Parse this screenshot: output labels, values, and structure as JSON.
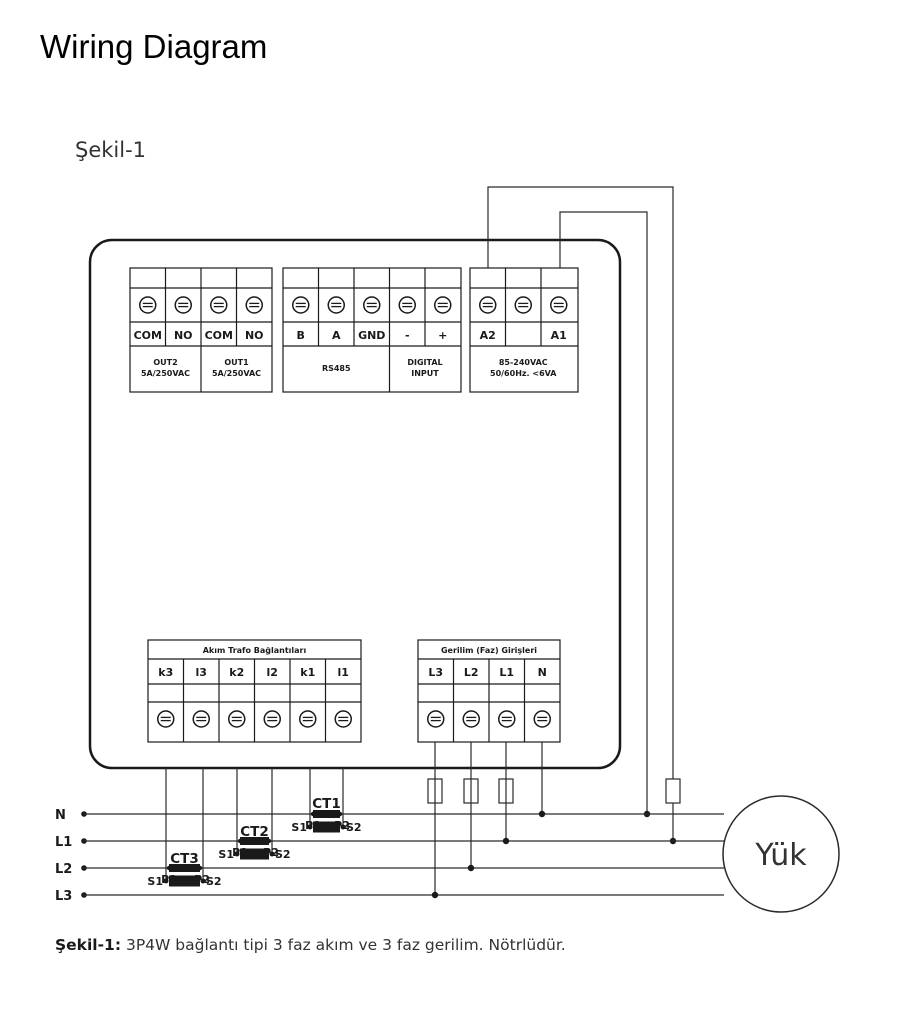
{
  "title": "Wiring Diagram",
  "figure_label": "Şekil-1",
  "caption": {
    "prefix": "Şekil-1:",
    "text": "3P4W bağlantı tipi 3 faz akım ve 3 faz gerilim. Nötrlüdür."
  },
  "top_blocks": [
    {
      "id": "out2",
      "terminals": [
        "COM",
        "NO"
      ],
      "label_lines": [
        "OUT2",
        "5A/250VAC"
      ]
    },
    {
      "id": "out1",
      "terminals": [
        "COM",
        "NO"
      ],
      "label_lines": [
        "OUT1",
        "5A/250VAC"
      ]
    },
    {
      "id": "rs485",
      "terminals": [
        "B",
        "A",
        "GND"
      ],
      "label_lines": [
        "RS485"
      ]
    },
    {
      "id": "digital",
      "terminals": [
        "-",
        "+"
      ],
      "label_lines": [
        "DIGITAL",
        "INPUT"
      ]
    },
    {
      "id": "power",
      "terminals": [
        "A2",
        "",
        "A1"
      ],
      "label_lines": [
        "85-240VAC",
        "50/60Hz. <6VA"
      ]
    }
  ],
  "current_block": {
    "title": "Akım Trafo Bağlantıları",
    "terminals": [
      "k3",
      "l3",
      "k2",
      "l2",
      "k1",
      "l1"
    ]
  },
  "voltage_block": {
    "title": "Gerilim (Faz) Girişleri",
    "terminals": [
      "L3",
      "L2",
      "L1",
      "N"
    ]
  },
  "lines": [
    "N",
    "L1",
    "L2",
    "L3"
  ],
  "cts": [
    {
      "name": "CT1",
      "s1": "S1",
      "s2": "S2",
      "p1": "P1",
      "p2": "P2"
    },
    {
      "name": "CT2",
      "s1": "S1",
      "s2": "S2",
      "p1": "P1",
      "p2": "P2"
    },
    {
      "name": "CT3",
      "s1": "S1",
      "s2": "S2",
      "p1": "P1",
      "p2": "P2"
    }
  ],
  "load_label": "Yük",
  "colors": {
    "line": "#2a2a2a",
    "ct_core": "#1a1a1a"
  }
}
